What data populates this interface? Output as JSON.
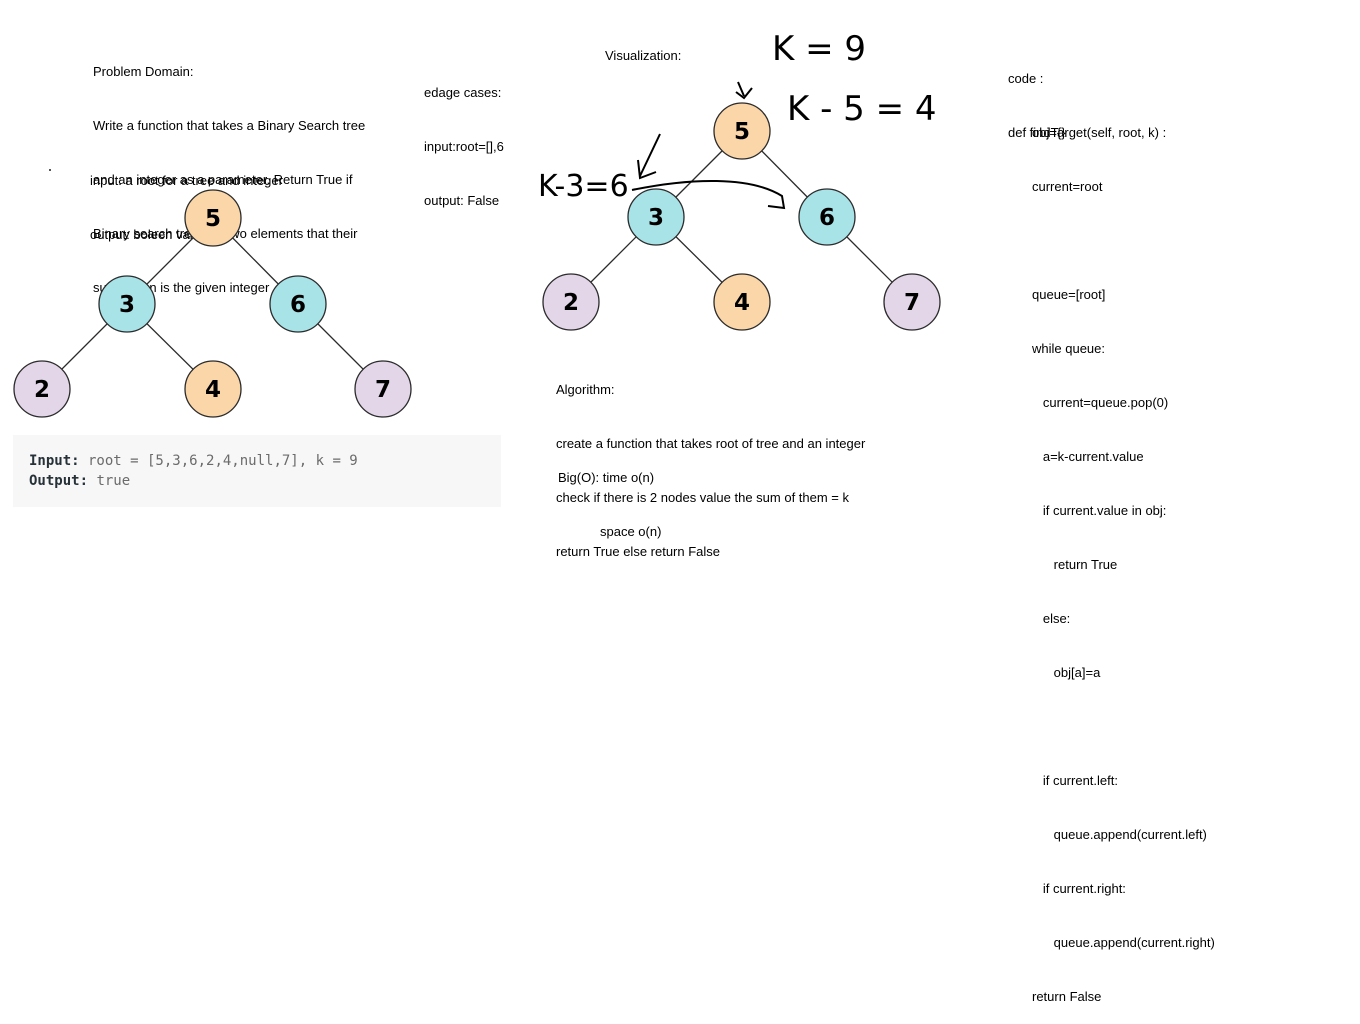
{
  "problem": {
    "lines": [
      "Problem Domain:",
      "Write a function that takes a Binary Search tree",
      "and an integer as a parameter. Return True if",
      "Binary search tree has two elements that their",
      "summation is the given integer"
    ],
    "io_lines": [
      "input: a root for a tree and integer",
      "output: boleen value"
    ]
  },
  "edge_cases": {
    "lines": [
      "edage cases:",
      "input:root=[],6",
      "output: False"
    ]
  },
  "visualization_label": "Visualization:",
  "trees": {
    "left": [
      {
        "value": "5",
        "color": "#fbd6a8"
      },
      {
        "value": "3",
        "color": "#a8e3e8"
      },
      {
        "value": "6",
        "color": "#a8e3e8"
      },
      {
        "value": "2",
        "color": "#e2d6e8"
      },
      {
        "value": "4",
        "color": "#fbd6a8"
      },
      {
        "value": "7",
        "color": "#e2d6e8"
      }
    ],
    "right": [
      {
        "value": "5",
        "color": "#fbd6a8"
      },
      {
        "value": "3",
        "color": "#a8e3e8"
      },
      {
        "value": "6",
        "color": "#a8e3e8"
      },
      {
        "value": "2",
        "color": "#e2d6e8"
      },
      {
        "value": "4",
        "color": "#fbd6a8"
      },
      {
        "value": "7",
        "color": "#e2d6e8"
      }
    ]
  },
  "example": {
    "input_key": "Input:",
    "input_value": " root = [5,3,6,2,4,null,7], k = 9",
    "output_key": "Output:",
    "output_value": " true"
  },
  "handwritten": {
    "k_eq": "K = 9",
    "k_minus_5": "K - 5 = 4",
    "k_minus_3": "K-3=6"
  },
  "algorithm": {
    "lines": [
      "Algorithm:",
      "create a function that takes root of tree and an integer",
      "check if there is 2 nodes value the sum of them = k",
      "return True else return False"
    ],
    "big_o": [
      "Big(O): time o(n)",
      "space o(n)"
    ]
  },
  "code": {
    "header": [
      "code :",
      "def findTarget(self, root, k) :"
    ],
    "body": [
      "obj={}",
      "current=root",
      "",
      "queue=[root]",
      "while queue:",
      "   current=queue.pop(0)",
      "   a=k-current.value",
      "   if current.value in obj:",
      "      return True",
      "   else:",
      "      obj[a]=a",
      "",
      "   if current.left:",
      "      queue.append(current.left)",
      "   if current.right:",
      "      queue.append(current.right)",
      "return False"
    ]
  }
}
